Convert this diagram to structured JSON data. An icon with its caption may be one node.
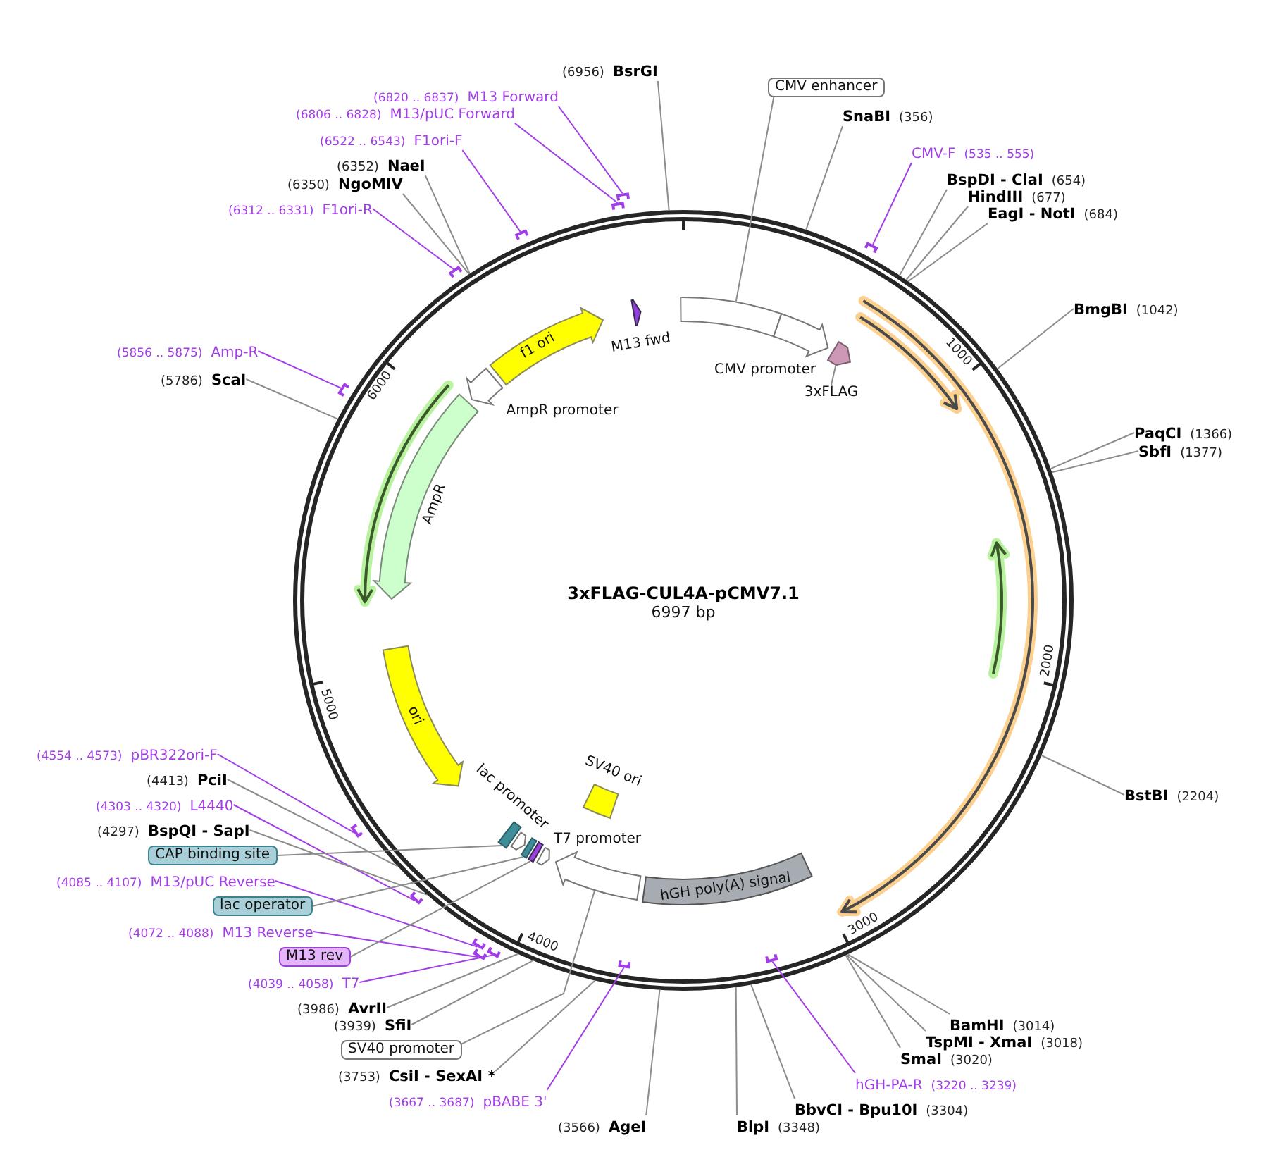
{
  "diagram": {
    "nodes": [
      {
        "text": [
          "3xFLAG-CUL4A-pCMV7.1",
          "6997 bp"
        ]
      },
      {
        "text": [],
        "shape": "arrow",
        "beside": [
          "M13 fwd"
        ],
        "in": 0
      },
      {
        "text": [],
        "shape": "bar",
        "in": 0
      },
      {
        "text": [],
        "shape": "arrow",
        "beside": [
          "CMV promoter"
        ],
        "in": 0
      },
      {
        "text": [],
        "shape": "pentagon",
        "in": 0
      },
      {
        "text": [
          "3xFLAG"
        ],
        "in": 0
      },
      {
        "text": [
          "hGH poly(A) signal"
        ],
        "in": 0
      },
      {
        "text": [],
        "shape": "arrow",
        "in": 0
      },
      {
        "text": [],
        "shape": "arrow",
        "beside": [
          "T7 promoter"
        ],
        "in": 0
      },
      {
        "text": [],
        "shape": "bar",
        "in": 0
      },
      {
        "text": [],
        "shape": "bar",
        "in": 0
      },
      {
        "text": [],
        "shape": "arrow",
        "beside": [
          "lac promoter"
        ],
        "in": 0
      },
      {
        "text": [],
        "shape": "bar",
        "in": 0
      },
      {
        "text": [],
        "shape": "box",
        "beside": [
          "SV40 ori"
        ],
        "in": 0
      },
      {
        "text": [
          "ori"
        ],
        "in": 0
      },
      {
        "text": [],
        "shape": "arrow",
        "beside": [
          "AmpR"
        ],
        "in": 0
      },
      {
        "text": [],
        "shape": "arrow",
        "beside": [
          "AmpR promoter"
        ],
        "in": 0
      },
      {
        "text": [
          "f1 ori"
        ],
        "in": 0
      },
      {
        "text": [
          "(6956)",
          "BsrGI"
        ]
      },
      {
        "text": [
          "CMV enhancer"
        ]
      },
      {
        "text": [
          "(6820 .. 6837)",
          "M13 Forward"
        ]
      },
      {
        "text": [
          "(6806 .. 6828)",
          "M13/pUC Forward"
        ]
      },
      {
        "text": [
          "SnaBI",
          "(356)"
        ]
      },
      {
        "text": [
          "(6522 .. 6543)",
          "F1ori-F"
        ]
      },
      {
        "text": [
          "CMV-F",
          "(535 .. 555)"
        ]
      },
      {
        "text": [
          "(6352)",
          "NaeI"
        ]
      },
      {
        "text": [
          "BspDI - ClaI",
          "(654)"
        ]
      },
      {
        "text": [
          "(6350)",
          "NgoMIV"
        ]
      },
      {
        "text": [
          "HindIII",
          "(677)"
        ]
      },
      {
        "text": [
          "(6312 .. 6331)",
          "F1ori-R"
        ]
      },
      {
        "text": [
          "EagI - NotI",
          "(684)"
        ]
      },
      {
        "text": [
          "BmgBI",
          "(1042)"
        ]
      },
      {
        "text": [
          "(5856 .. 5875)",
          "Amp-R"
        ]
      },
      {
        "text": [
          "(5786)",
          "ScaI"
        ]
      },
      {
        "text": [
          "PaqCI",
          "(1366)"
        ]
      },
      {
        "text": [
          "SbfI",
          "(1377)"
        ]
      },
      {
        "text": [
          "(4554 .. 4573)",
          "pBR322ori-F"
        ]
      },
      {
        "text": [
          "(4413)",
          "PciI"
        ]
      },
      {
        "text": [
          "BstBI",
          "(2204)"
        ]
      },
      {
        "text": [
          "(4303 .. 4320)",
          "L4440"
        ]
      },
      {
        "text": [
          "(4297)",
          "BspQI - SapI"
        ]
      },
      {
        "text": [
          "CAP binding site"
        ]
      },
      {
        "text": [
          "(4085 .. 4107)",
          "M13/pUC Reverse"
        ]
      },
      {
        "text": [
          "lac operator"
        ]
      },
      {
        "text": [
          "(4072 .. 4088)",
          "M13 Reverse"
        ]
      },
      {
        "text": [
          "M13 rev"
        ]
      },
      {
        "text": [
          "(4039 .. 4058)",
          "T7"
        ]
      },
      {
        "text": [
          "(3986)",
          "AvrII"
        ]
      },
      {
        "text": [
          "(3939)",
          "SfiI"
        ]
      },
      {
        "text": [
          "BamHI",
          "(3014)"
        ]
      },
      {
        "text": [
          "TspMI - XmaI",
          "(3018)"
        ]
      },
      {
        "text": [
          "SV40 promoter"
        ]
      },
      {
        "text": [
          "SmaI",
          "(3020)"
        ]
      },
      {
        "text": [
          "(3753)",
          "CsiI - SexAI *"
        ]
      },
      {
        "text": [
          "hGH-PA-R",
          "(3220 .. 3239)"
        ]
      },
      {
        "text": [
          "(3667 .. 3687)",
          "pBABE 3'"
        ]
      },
      {
        "text": [
          "BbvCI - Bpu10I",
          "(3304)"
        ]
      },
      {
        "text": [
          "(3566)",
          "AgeI"
        ]
      },
      {
        "text": [
          "BlpI",
          "(3348)"
        ]
      },
      {
        "text": [],
        "shape": "bar"
      },
      {
        "text": [],
        "shape": "bar"
      },
      {
        "text": [],
        "shape": "bar"
      },
      {
        "text": [],
        "shape": "bar"
      },
      {
        "text": [],
        "shape": "bar"
      },
      {
        "text": [],
        "shape": "bar"
      },
      {
        "text": [],
        "shape": "bar"
      },
      {
        "text": [],
        "shape": "bar"
      },
      {
        "text": [],
        "shape": "bar"
      },
      {
        "text": [],
        "shape": "bar"
      },
      {
        "text": [],
        "shape": "bar"
      },
      {
        "text": [],
        "shape": "bar",
        "in": 0
      },
      {
        "text": [],
        "shape": "bar",
        "in": 0
      }
    ],
    "edges": [
      {
        "from": 5,
        "to": 4,
        "arrow": "none"
      },
      {
        "from": 18,
        "to": 0,
        "arrow": "none"
      },
      {
        "from": 19,
        "to": 2,
        "arrow": "none"
      },
      {
        "from": 20,
        "to": 59,
        "arrow": "none",
        "color": "#a23ee8"
      },
      {
        "from": 21,
        "to": 60,
        "arrow": "none",
        "color": "#a23ee8"
      },
      {
        "from": 22,
        "to": 0,
        "arrow": "none"
      },
      {
        "from": 23,
        "to": 61,
        "arrow": "none",
        "color": "#a23ee8"
      },
      {
        "from": 24,
        "to": 62,
        "arrow": "none",
        "color": "#a23ee8"
      },
      {
        "from": 25,
        "to": 0,
        "arrow": "none"
      },
      {
        "from": 26,
        "to": 0,
        "arrow": "none"
      },
      {
        "from": 27,
        "to": 0,
        "arrow": "none"
      },
      {
        "from": 28,
        "to": 0,
        "arrow": "none"
      },
      {
        "from": 29,
        "to": 63,
        "arrow": "none",
        "color": "#a23ee8"
      },
      {
        "from": 30,
        "to": 0,
        "arrow": "none"
      },
      {
        "from": 31,
        "to": 0,
        "arrow": "none"
      },
      {
        "from": 32,
        "to": 64,
        "arrow": "none",
        "color": "#a23ee8"
      },
      {
        "from": 33,
        "to": 0,
        "arrow": "none"
      },
      {
        "from": 34,
        "to": 0,
        "arrow": "none"
      },
      {
        "from": 35,
        "to": 0,
        "arrow": "none"
      },
      {
        "from": 36,
        "to": 65,
        "arrow": "none",
        "color": "#a23ee8"
      },
      {
        "from": 37,
        "to": 0,
        "arrow": "none"
      },
      {
        "from": 38,
        "to": 0,
        "arrow": "none"
      },
      {
        "from": 39,
        "to": 66,
        "arrow": "none",
        "color": "#a23ee8"
      },
      {
        "from": 40,
        "to": 0,
        "arrow": "none"
      },
      {
        "from": 41,
        "to": 12,
        "arrow": "none"
      },
      {
        "from": 42,
        "to": 67,
        "arrow": "none",
        "color": "#a23ee8"
      },
      {
        "from": 43,
        "to": 10,
        "arrow": "none"
      },
      {
        "from": 44,
        "to": 68,
        "arrow": "none",
        "color": "#a23ee8"
      },
      {
        "from": 45,
        "to": 9,
        "arrow": "none"
      },
      {
        "from": 46,
        "to": 69,
        "arrow": "none",
        "color": "#a23ee8"
      },
      {
        "from": 47,
        "to": 0,
        "arrow": "none"
      },
      {
        "from": 48,
        "to": 0,
        "arrow": "none"
      },
      {
        "from": 49,
        "to": 0,
        "arrow": "none"
      },
      {
        "from": 50,
        "to": 0,
        "arrow": "none"
      },
      {
        "from": 51,
        "to": 7,
        "arrow": "none"
      },
      {
        "from": 52,
        "to": 0,
        "arrow": "none"
      },
      {
        "from": 53,
        "to": 0,
        "arrow": "none"
      },
      {
        "from": 54,
        "to": 70,
        "arrow": "none",
        "color": "#a23ee8"
      },
      {
        "from": 55,
        "to": 71,
        "arrow": "none",
        "color": "#a23ee8"
      },
      {
        "from": 56,
        "to": 0,
        "arrow": "none"
      },
      {
        "from": 57,
        "to": 0,
        "arrow": "none"
      },
      {
        "from": 58,
        "to": 0,
        "arrow": "none"
      }
    ],
    "labels": [
      "1000",
      "6000",
      "2000",
      "5000",
      "3000",
      "4000"
    ]
  }
}
